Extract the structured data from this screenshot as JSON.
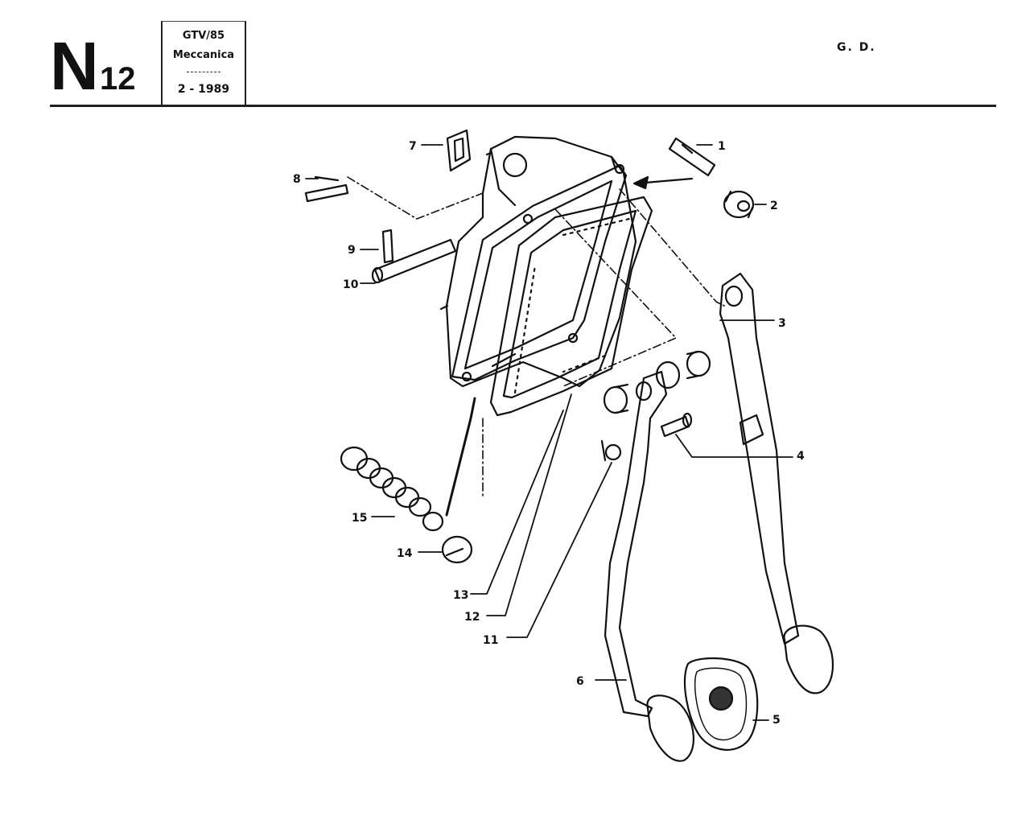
{
  "header": {
    "section_letter": "N",
    "section_number": "12",
    "model": "GTV/85",
    "group": "Meccanica",
    "date": "2 - 1989",
    "version_mark": "G. D."
  },
  "parts": [
    {
      "id": "part-1",
      "number": "1"
    },
    {
      "id": "part-2",
      "number": "2"
    },
    {
      "id": "part-3",
      "number": "3"
    },
    {
      "id": "part-4",
      "number": "4"
    },
    {
      "id": "part-5",
      "number": "5"
    },
    {
      "id": "part-6",
      "number": "6"
    },
    {
      "id": "part-7",
      "number": "7"
    },
    {
      "id": "part-8",
      "number": "8"
    },
    {
      "id": "part-9",
      "number": "9"
    },
    {
      "id": "part-10",
      "number": "10"
    },
    {
      "id": "part-11",
      "number": "11"
    },
    {
      "id": "part-12",
      "number": "12"
    },
    {
      "id": "part-13",
      "number": "13"
    },
    {
      "id": "part-14",
      "number": "14"
    },
    {
      "id": "part-15",
      "number": "15"
    }
  ]
}
